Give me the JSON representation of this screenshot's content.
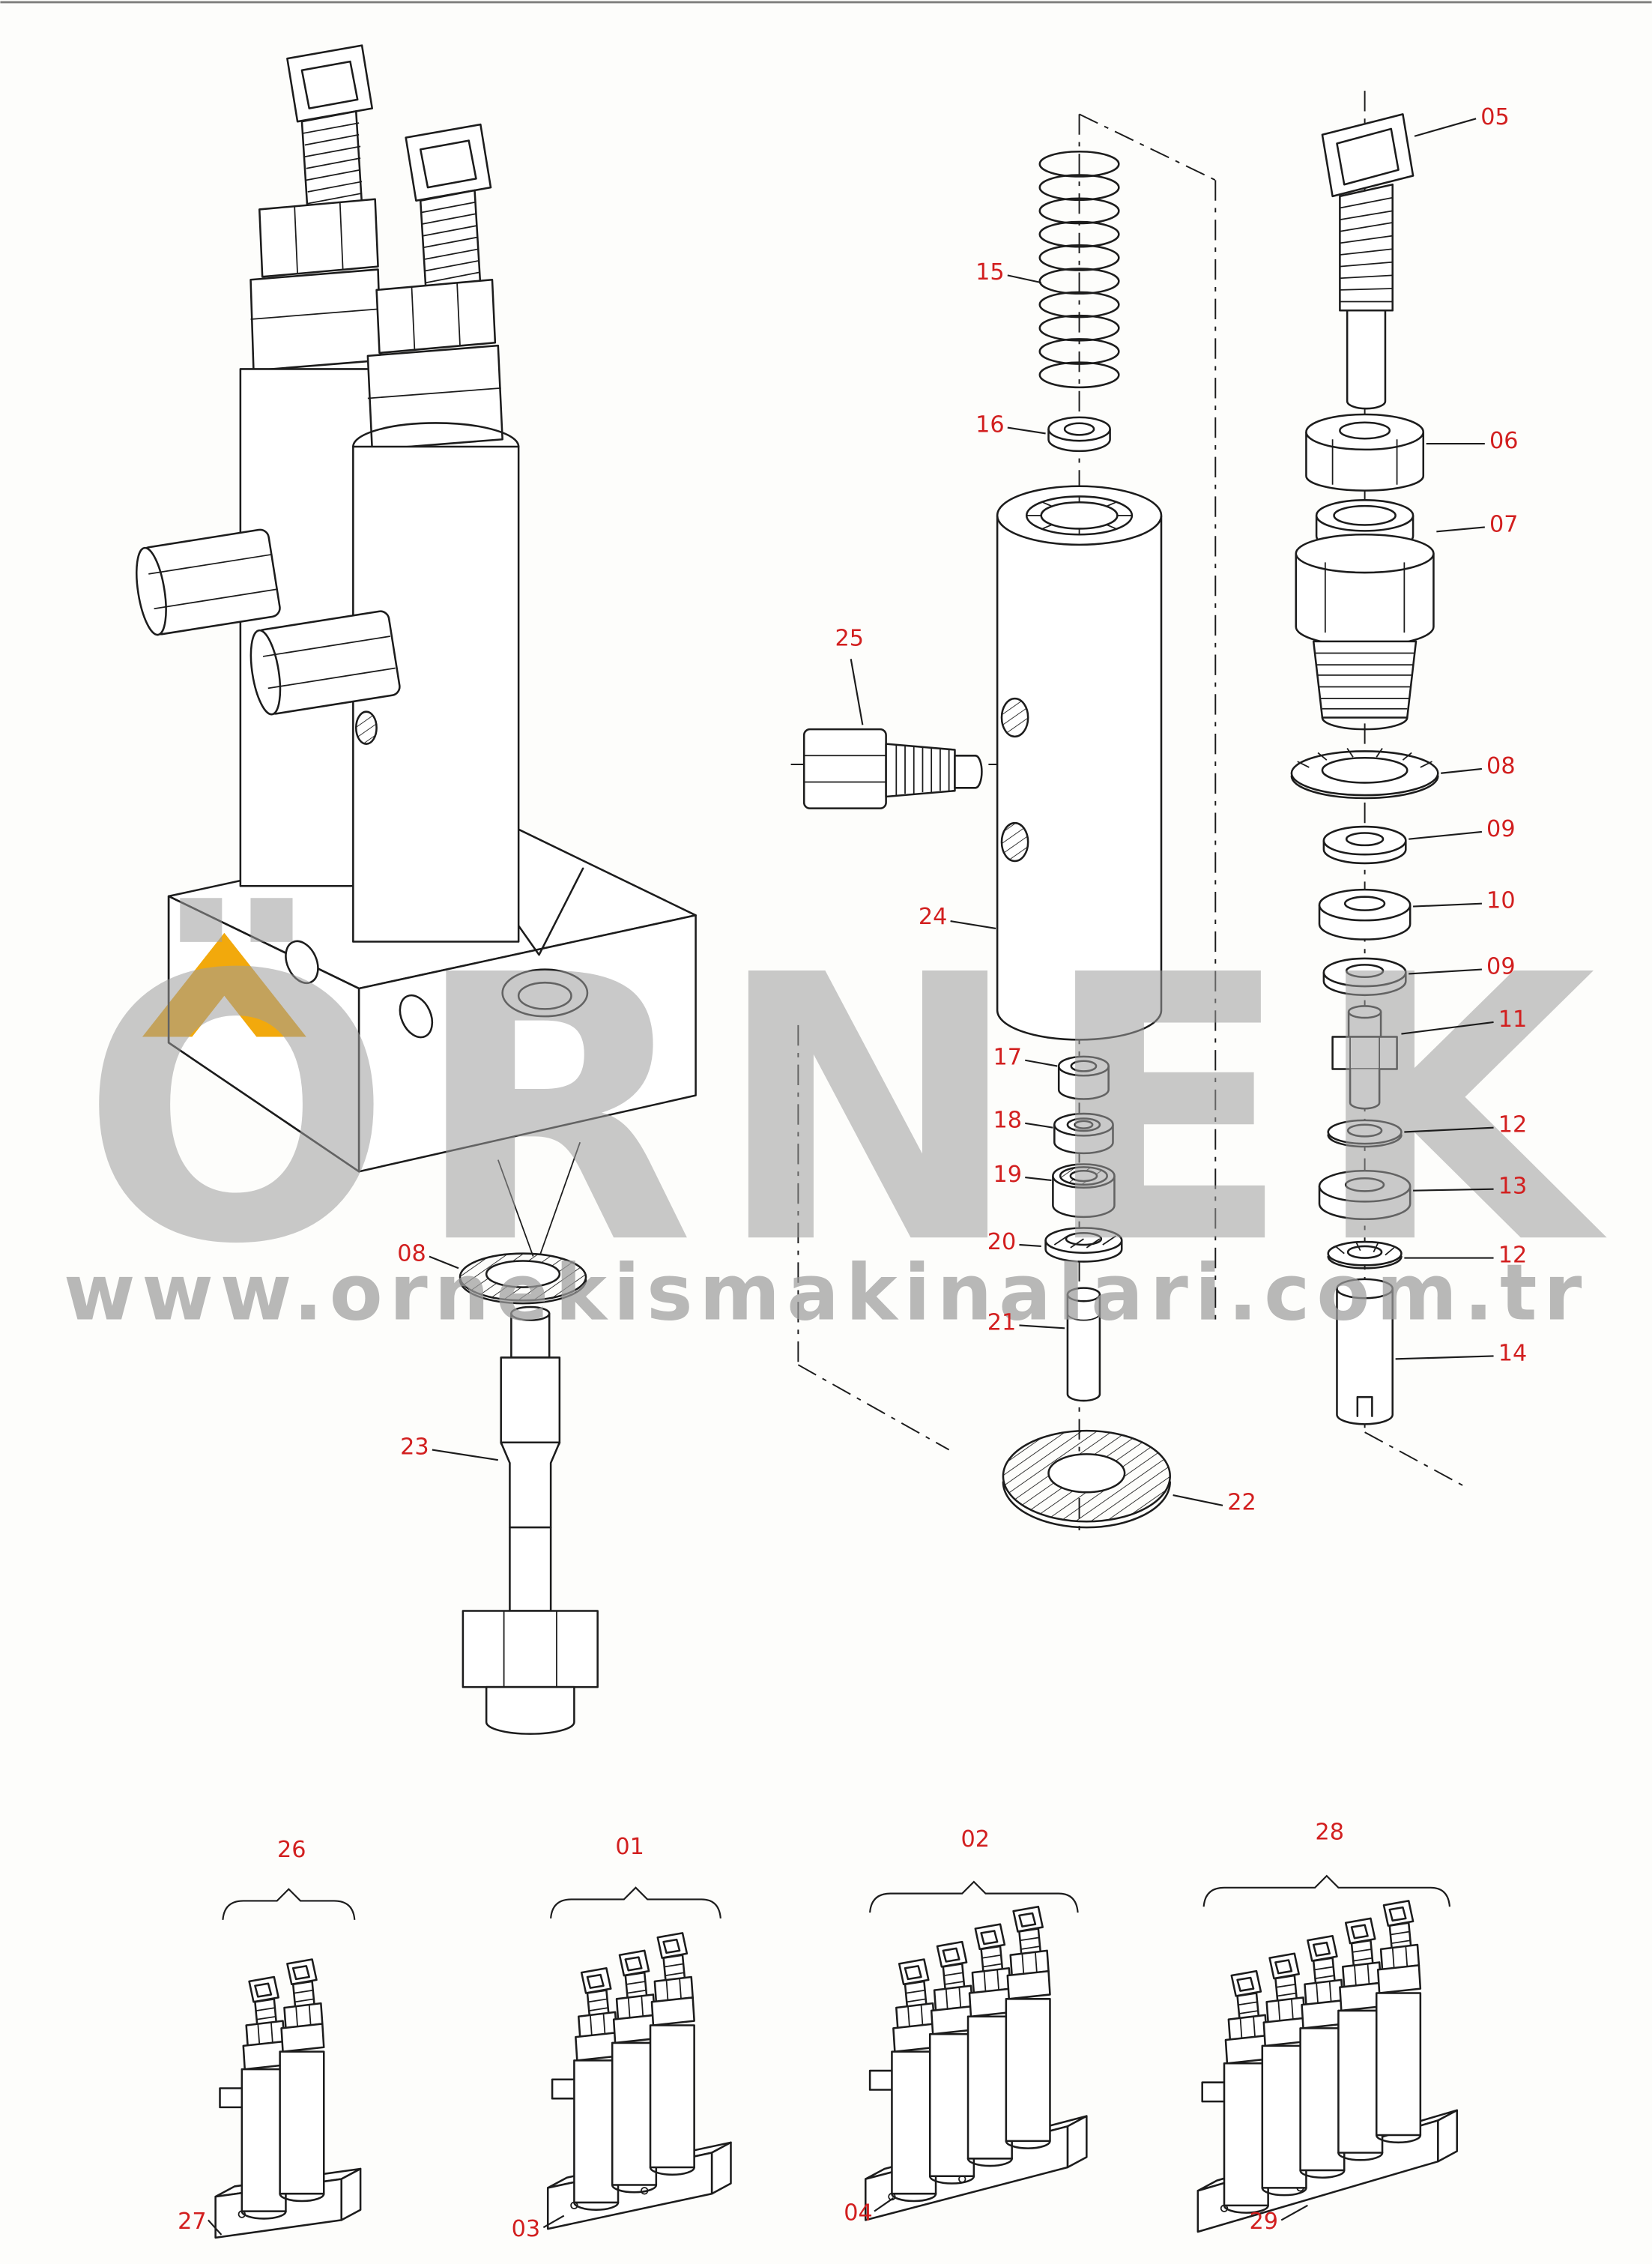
{
  "diagram": {
    "colors": {
      "label": "#d21f1f",
      "line": "#1c1c1c",
      "watermark": "#9e9e9e",
      "accent": "#f2a90c",
      "background": "#fdfdfb"
    },
    "watermark": {
      "brand": "ÖRNEK",
      "url": "www.ornekismakinalari.com.tr"
    },
    "callouts": [
      "05",
      "15",
      "16",
      "06",
      "07",
      "25",
      "08",
      "09",
      "10",
      "09",
      "24",
      "11",
      "17",
      "18",
      "12",
      "19",
      "13",
      "20",
      "12",
      "08",
      "21",
      "14",
      "23",
      "22",
      "26",
      "01",
      "02",
      "28",
      "27",
      "03",
      "04",
      "29"
    ]
  }
}
